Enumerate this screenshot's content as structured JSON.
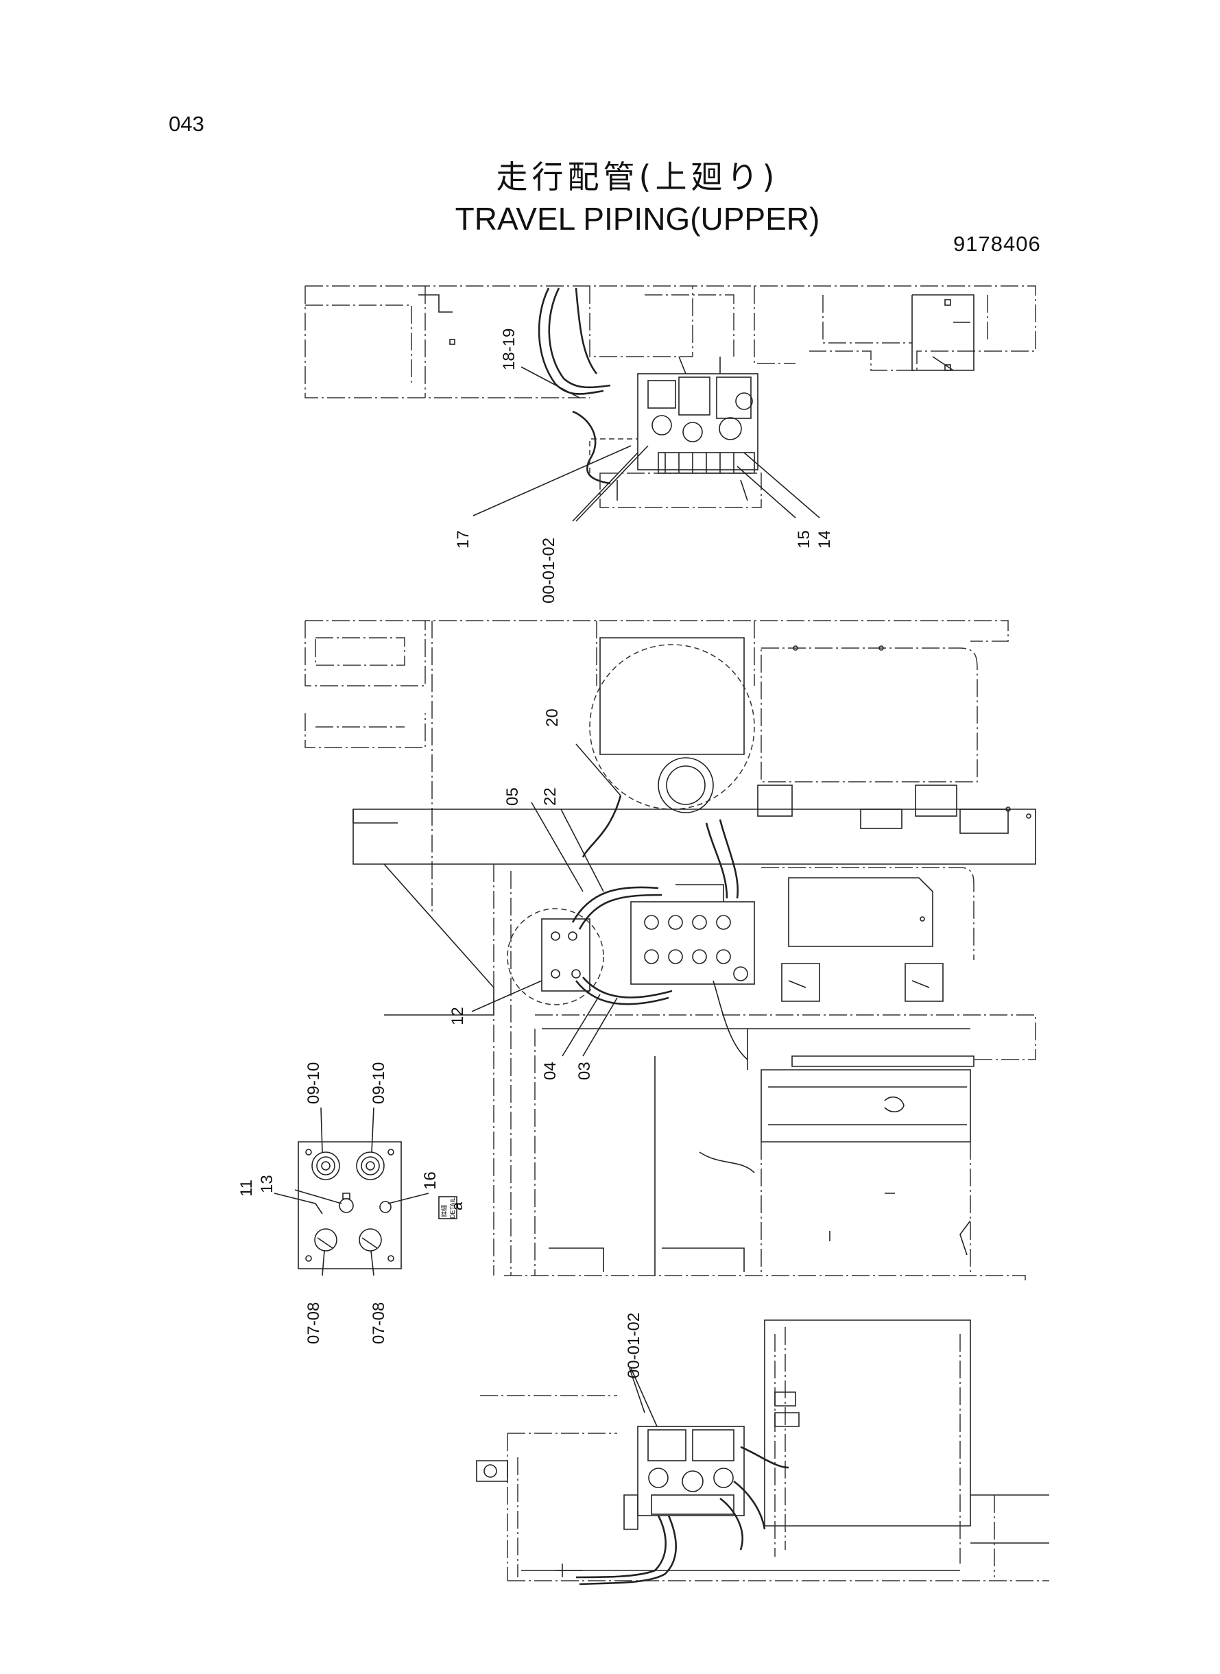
{
  "page_number": "043",
  "title_jp": "走行配管(上廻り)",
  "title_en": "TRAVEL PIPING(UPPER)",
  "drawing_number": "9178406",
  "detail_tag": {
    "jp": "詳細",
    "en": "DETAIL",
    "letter": "a"
  },
  "callouts": {
    "top_view": [
      "18-19",
      "17",
      "00-01-02",
      "15",
      "14"
    ],
    "middle_view": [
      "20",
      "05",
      "22",
      "12",
      "04",
      "03"
    ],
    "detail_view": [
      "09-10",
      "09-10",
      "11",
      "13",
      "16",
      "07-08",
      "07-08"
    ],
    "bottom_view": [
      "00-01-02"
    ]
  }
}
